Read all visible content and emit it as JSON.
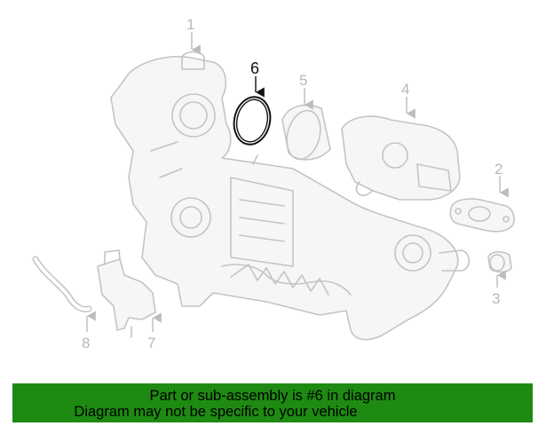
{
  "callouts": {
    "c1": "1",
    "c2": "2",
    "c3": "3",
    "c4": "4",
    "c5": "5",
    "c6": "6",
    "c7": "7",
    "c8": "8"
  },
  "highlighted_callout": "6",
  "colors": {
    "banner_background": "#1e8a12",
    "highlight_part": "#111111",
    "ghost_parts": "#c4c4c4"
  },
  "banner": {
    "line1": "Part or sub-assembly is #6 in diagram",
    "line2": "Diagram may not be specific to your vehicle"
  }
}
